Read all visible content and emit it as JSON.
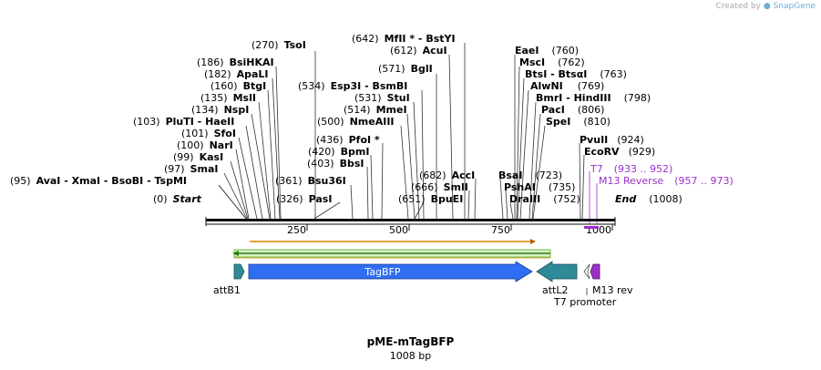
{
  "credit": {
    "prefix": "Created by",
    "brand": "SnapGene"
  },
  "plasmid": {
    "name": "pME-mTagBFP",
    "size": "1008 bp"
  },
  "ruler": {
    "ticks": [
      "250",
      "500",
      "750",
      "1000"
    ]
  },
  "ends": {
    "start": {
      "pos": "(0)",
      "label": "Start"
    },
    "end": {
      "label": "End",
      "pos": "(1008)"
    }
  },
  "sites_left": [
    {
      "pos": "(270)",
      "name": "TsoI"
    },
    {
      "pos": "(186)",
      "name": "BsiHKAI"
    },
    {
      "pos": "(182)",
      "name": "ApaLI"
    },
    {
      "pos": "(160)",
      "name": "BtgI"
    },
    {
      "pos": "(135)",
      "name": "MslI"
    },
    {
      "pos": "(134)",
      "name": "NspI"
    },
    {
      "pos": "(103)",
      "name": "PluTI - HaeII"
    },
    {
      "pos": "(101)",
      "name": "SfoI"
    },
    {
      "pos": "(100)",
      "name": "NarI"
    },
    {
      "pos": "(99)",
      "name": "KasI"
    },
    {
      "pos": "(97)",
      "name": "SmaI"
    },
    {
      "pos": "(95)",
      "name": "AvaI - XmaI - BsoBI - TspMI"
    }
  ],
  "sites_mid": [
    {
      "pos": "(642)",
      "name": "MfII * - BstYI"
    },
    {
      "pos": "(612)",
      "name": "AcuI"
    },
    {
      "pos": "(571)",
      "name": "BglI"
    },
    {
      "pos": "(534)",
      "name": "Esp3I - BsmBI"
    },
    {
      "pos": "(531)",
      "name": "StuI"
    },
    {
      "pos": "(514)",
      "name": "MmeI"
    },
    {
      "pos": "(500)",
      "name": "NmeAIII"
    },
    {
      "pos": "(436)",
      "name": "PfoI *"
    },
    {
      "pos": "(420)",
      "name": "BpmI"
    },
    {
      "pos": "(403)",
      "name": "BbsI"
    },
    {
      "pos": "(361)",
      "name": "Bsu36I"
    },
    {
      "pos": "(326)",
      "name": "PasI"
    },
    {
      "pos": "(682)",
      "name": "AccI"
    },
    {
      "pos": "(666)",
      "name": "SmlI"
    },
    {
      "pos": "(651)",
      "name": "BpuEI"
    }
  ],
  "sites_right": [
    {
      "name": "EaeI",
      "pos": "(760)"
    },
    {
      "name": "MscI",
      "pos": "(762)"
    },
    {
      "name": "BtsI - BtsαI",
      "pos": "(763)"
    },
    {
      "name": "AlwNI",
      "pos": "(769)"
    },
    {
      "name": "BmrI - HindIII",
      "pos": "(798)"
    },
    {
      "name": "PacI",
      "pos": "(806)"
    },
    {
      "name": "SpeI",
      "pos": "(810)"
    },
    {
      "name": "BsaI",
      "pos": "(723)"
    },
    {
      "name": "PshAI",
      "pos": "(735)"
    },
    {
      "name": "DraIII",
      "pos": "(752)"
    },
    {
      "name": "PvuII",
      "pos": "(924)"
    },
    {
      "name": "EcoRV",
      "pos": "(929)"
    }
  ],
  "primers": [
    {
      "name": "T7",
      "range": "(933 .. 952)"
    },
    {
      "name": "M13 Reverse",
      "range": "(957 .. 973)"
    }
  ],
  "features": {
    "attB1": "attB1",
    "tagbfp": "TagBFP",
    "attL2": "attL2",
    "t7_promoter": "T7 promoter",
    "m13_rev": "M13 rev"
  },
  "colors": {
    "tagbfp": "#2f6ef2",
    "att": "#2f8a98",
    "m13": "#9b30c8",
    "orf_orange": "#e8a23a",
    "orf_green": "#6cc04a",
    "primer_text": "#9b30c8"
  }
}
